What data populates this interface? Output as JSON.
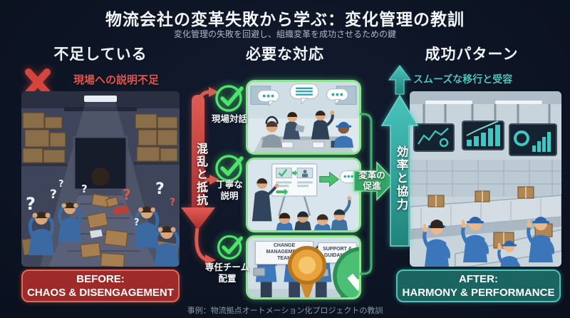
{
  "header": {
    "title": "物流会社の変革失敗から学ぶ：変化管理の教訓",
    "subtitle": "変化管理の失敗を回避し、組織変革を成功させるための鍵"
  },
  "left": {
    "heading": "不足している",
    "issue": "現場への説明不足",
    "banner": {
      "line1": "BEFORE:",
      "line2": "CHAOS & DISENGAGEMENT"
    }
  },
  "middle": {
    "heading": "必要な対応",
    "resistance_label": "混乱と抵抗",
    "items": [
      {
        "line1": "現場対話",
        "line2": ""
      },
      {
        "line1": "丁寧な",
        "line2": "説明"
      },
      {
        "line1": "専任チーム",
        "line2": "配置"
      }
    ],
    "promote": {
      "line1": "変革の",
      "line2": "促進"
    },
    "team_signs": [
      {
        "text": "CHANGE MANAGEMENT TEAM"
      },
      {
        "text": "SUPPORT & GUIDANCE"
      }
    ]
  },
  "right": {
    "heading": "成功パターン",
    "benefit": "スムーズな移行と受容",
    "efficiency_label": "効率と協力",
    "banner": {
      "line1": "AFTER:",
      "line2": "HARMONY & PERFORMANCE"
    }
  },
  "footer": {
    "caption": "事例：物流拠点オートメーション化プロジェクトの教訓"
  },
  "colors": {
    "background": "#0c1322",
    "red_accent": "#d5453e",
    "green_accent": "#4ce46a",
    "teal_accent": "#35b1aa",
    "panel_border": "#8ce690",
    "before_banner_bg": "#9e2a2a",
    "after_banner_bg": "#1a6561"
  }
}
